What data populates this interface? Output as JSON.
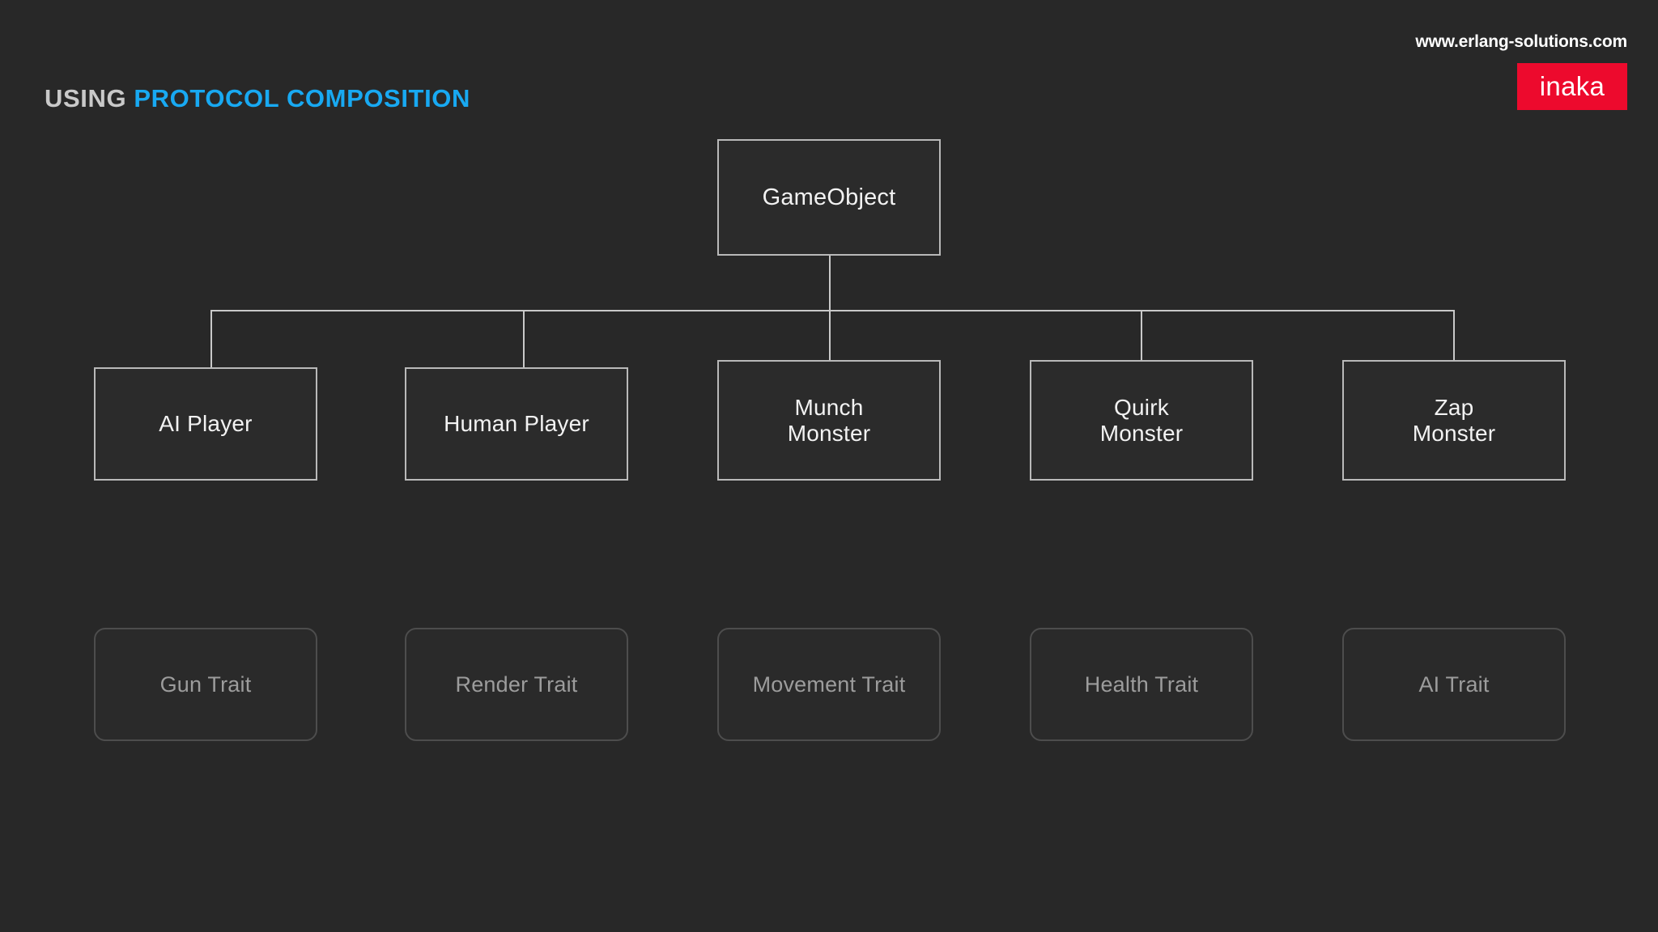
{
  "header": {
    "site_url": "www.erlang-solutions.com",
    "logo_text": "inaka",
    "logo_bg": "#ED0A2D"
  },
  "title": {
    "plain": "USING ",
    "accent": "PROTOCOL COMPOSITION",
    "plain_color": "#c9c9c9",
    "accent_color": "#18A9F2"
  },
  "theme": {
    "background": "#282828",
    "node_fill": "#2b2b2b",
    "node_border": "#b9b9b9",
    "node_text": "#f2f2f2",
    "trait_border": "#4d4d4d",
    "trait_text": "#9c9c9c",
    "connector": "#c9c9c9"
  },
  "diagram": {
    "type": "class-hierarchy",
    "root": {
      "label": "GameObject"
    },
    "subclasses": [
      {
        "label": "AI Player"
      },
      {
        "label": "Human Player"
      },
      {
        "label": "Munch\nMonster"
      },
      {
        "label": "Quirk\nMonster"
      },
      {
        "label": "Zap\nMonster"
      }
    ],
    "traits": [
      {
        "label": "Gun Trait"
      },
      {
        "label": "Render Trait"
      },
      {
        "label": "Movement Trait"
      },
      {
        "label": "Health Trait"
      },
      {
        "label": "AI Trait"
      }
    ]
  }
}
